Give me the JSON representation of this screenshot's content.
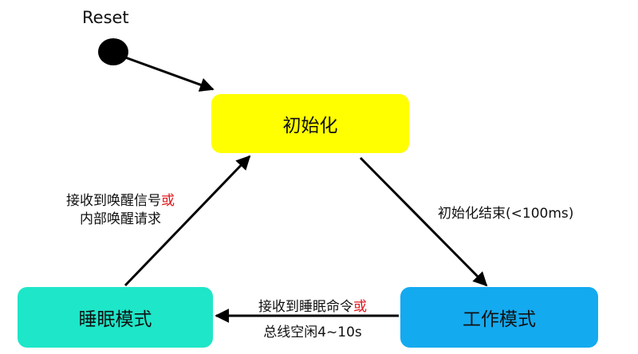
{
  "reset": {
    "label": "Reset"
  },
  "states": {
    "init": {
      "label": "初始化",
      "color": "#ffff00"
    },
    "sleep": {
      "label": "睡眠模式",
      "color": "#1ee6c8"
    },
    "work": {
      "label": "工作模式",
      "color": "#14aaf0"
    }
  },
  "transitions": {
    "init_to_work": {
      "label": "初始化结束(<100ms)"
    },
    "work_to_sleep": {
      "line1": "接收到睡眠命令",
      "line1_or": "或",
      "line2": "总线空闲4~10s"
    },
    "sleep_to_init": {
      "line1": "接收到唤醒信号",
      "line1_or": "或",
      "line2": "内部唤醒请求"
    }
  },
  "colors": {
    "or_text": "#e0141a",
    "arrow": "#000000"
  }
}
